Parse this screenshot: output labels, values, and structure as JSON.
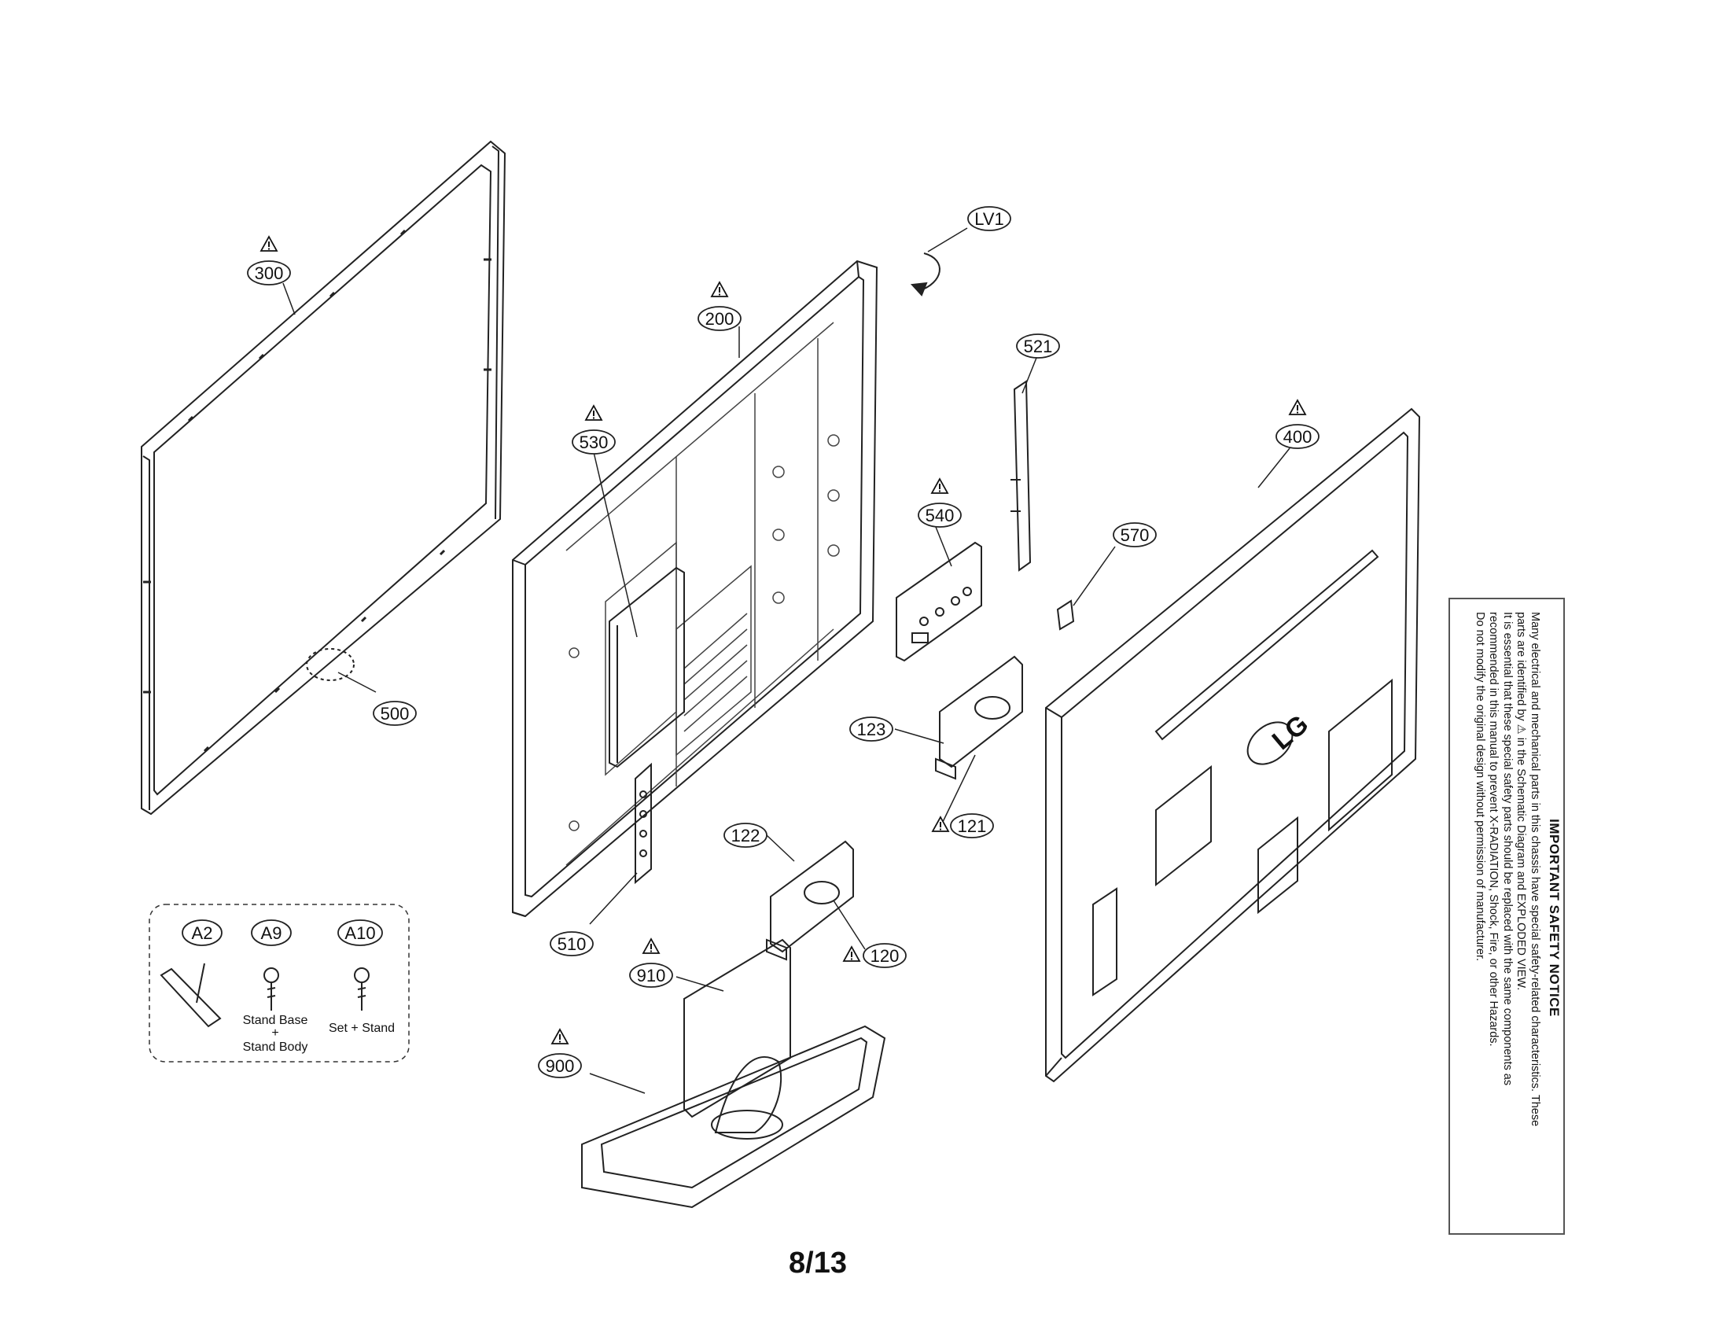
{
  "page": {
    "number": "8/13"
  },
  "callouts": [
    {
      "id": "300",
      "text": "300",
      "warning": true
    },
    {
      "id": "200",
      "text": "200",
      "warning": true
    },
    {
      "id": "530",
      "text": "530",
      "warning": true
    },
    {
      "id": "500",
      "text": "500",
      "warning": false
    },
    {
      "id": "510",
      "text": "510",
      "warning": false
    },
    {
      "id": "lv1",
      "text": "LV1",
      "warning": false
    },
    {
      "id": "521",
      "text": "521",
      "warning": false
    },
    {
      "id": "540",
      "text": "540",
      "warning": true
    },
    {
      "id": "570",
      "text": "570",
      "warning": false
    },
    {
      "id": "400",
      "text": "400",
      "warning": true
    },
    {
      "id": "123",
      "text": "123",
      "warning": false
    },
    {
      "id": "121",
      "text": "121",
      "warning": true
    },
    {
      "id": "122",
      "text": "122",
      "warning": false
    },
    {
      "id": "120",
      "text": "120",
      "warning": true
    },
    {
      "id": "910",
      "text": "910",
      "warning": true
    },
    {
      "id": "900",
      "text": "900",
      "warning": true
    }
  ],
  "screws_box": {
    "a2": "A2",
    "a9": "A9",
    "a10": "A10",
    "a9_caption_1": "Stand Base",
    "a9_caption_plus": "+",
    "a9_caption_2": "Stand Body",
    "a10_caption": "Set + Stand"
  },
  "rear_cover_logo": "LG",
  "notice": {
    "title": "IMPORTANT SAFETY NOTICE",
    "line1": "Many electrical and mechanical parts in this chassis have special safety-related characteristics. These",
    "line2": "parts are identified by ⚠ in the Schematic Diagram and EXPLODED VIEW.",
    "line3": "It is essential that these special safety parts should be replaced with the same components as",
    "line4": "recommended in this manual to prevent X-RADIATION, Shock, Fire, or other Hazards.",
    "line5": "Do not modify the original design without permission of manufacturer."
  },
  "icons": {
    "warning": "warning-triangle-icon",
    "rotate": "rotate-arrow-icon"
  }
}
